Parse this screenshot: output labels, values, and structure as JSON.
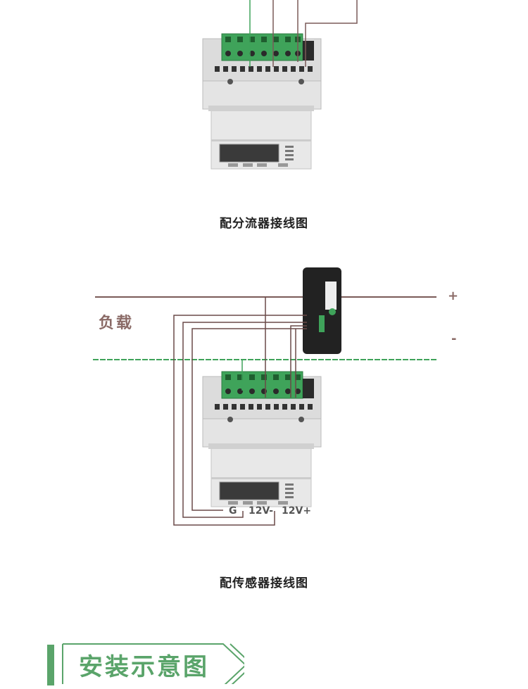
{
  "diagrams": [
    {
      "caption": "配分流器接线图"
    },
    {
      "caption": "配传感器接线图",
      "load_label": "负载",
      "plus_label": "+",
      "minus_label": "-",
      "terminal_labels": [
        "G",
        "12V-",
        "12V+"
      ]
    }
  ],
  "section_banner": {
    "title": "安装示意图"
  },
  "colors": {
    "wire": "#7a5a58",
    "green": "#5aa46a",
    "terminal_green": "#3fa35a"
  }
}
